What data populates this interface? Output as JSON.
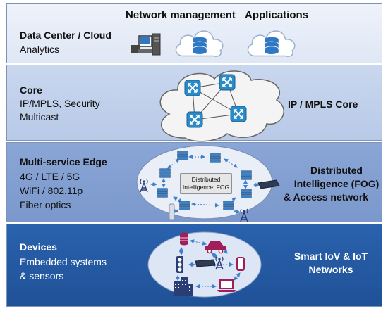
{
  "layers": {
    "cloud": {
      "title": "Data Center / Cloud",
      "lines": [
        "Analytics"
      ],
      "label_network_mgmt": "Network management",
      "label_applications": "Applications"
    },
    "core": {
      "title": "Core",
      "lines": [
        "IP/MPLS, Security",
        "Multicast"
      ],
      "right_label": "IP / MPLS Core"
    },
    "edge": {
      "title": "Multi-service Edge",
      "lines": [
        "4G / LTE / 5G",
        "WiFi / 802.11p",
        "Fiber optics"
      ],
      "center_box": [
        "Distributed",
        "Intelligence: FOG"
      ],
      "right_label": [
        "Distributed",
        "Intelligence (FOG)",
        "&  Access network"
      ]
    },
    "devices": {
      "title": "Devices",
      "lines": [
        "Embedded systems",
        "& sensors"
      ],
      "right_label": [
        "Smart IoV & IoT",
        "Networks"
      ]
    }
  },
  "colors": {
    "cloud_band": "#e6ecf7",
    "core_band": "#c2d2ec",
    "edge_band": "#839fd1",
    "devices_band": "#245aa3",
    "router_blue": "#2b8bc9",
    "server_blue": "#3b7fc4"
  }
}
